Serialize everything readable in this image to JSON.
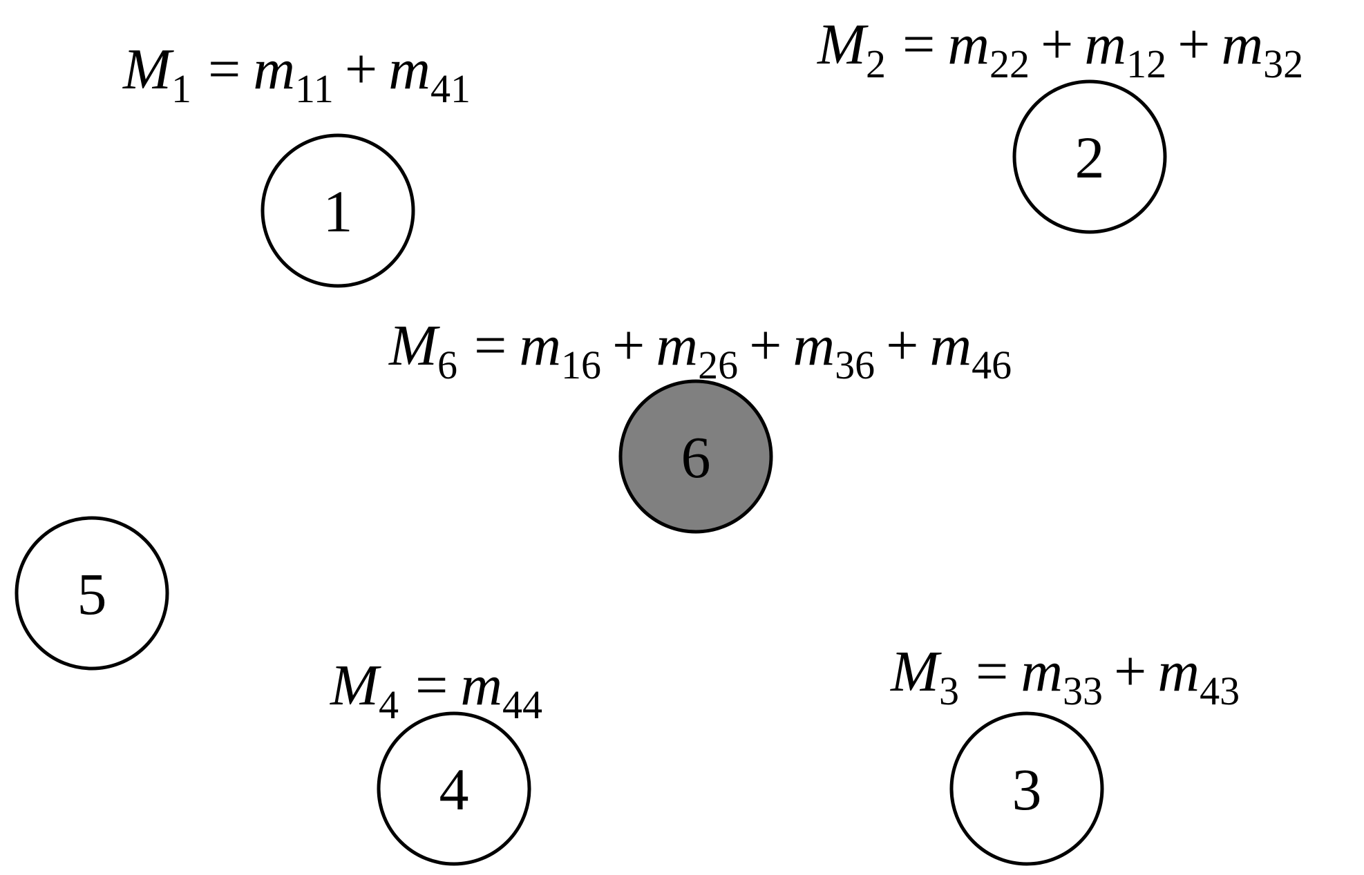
{
  "colors": {
    "node_fill": "#ffffff",
    "highlight_fill": "#808080",
    "stroke": "#000000"
  },
  "nodes": [
    {
      "id": "1",
      "label": "1",
      "highlighted": false
    },
    {
      "id": "2",
      "label": "2",
      "highlighted": false
    },
    {
      "id": "3",
      "label": "3",
      "highlighted": false
    },
    {
      "id": "4",
      "label": "4",
      "highlighted": false
    },
    {
      "id": "5",
      "label": "5",
      "highlighted": false
    },
    {
      "id": "6",
      "label": "6",
      "highlighted": true
    }
  ],
  "formulas": {
    "f1": {
      "lhs": "M",
      "lhs_sub": "1",
      "terms": [
        {
          "sym": "m",
          "sub": "11"
        },
        {
          "sym": "m",
          "sub": "41"
        }
      ]
    },
    "f2": {
      "lhs": "M",
      "lhs_sub": "2",
      "terms": [
        {
          "sym": "m",
          "sub": "22"
        },
        {
          "sym": "m",
          "sub": "12"
        },
        {
          "sym": "m",
          "sub": "32"
        }
      ]
    },
    "f6": {
      "lhs": "M",
      "lhs_sub": "6",
      "terms": [
        {
          "sym": "m",
          "sub": "16"
        },
        {
          "sym": "m",
          "sub": "26"
        },
        {
          "sym": "m",
          "sub": "36"
        },
        {
          "sym": "m",
          "sub": "46"
        }
      ]
    },
    "f4": {
      "lhs": "M",
      "lhs_sub": "4",
      "terms": [
        {
          "sym": "m",
          "sub": "44"
        }
      ]
    },
    "f3": {
      "lhs": "M",
      "lhs_sub": "3",
      "terms": [
        {
          "sym": "m",
          "sub": "33"
        },
        {
          "sym": "m",
          "sub": "43"
        }
      ]
    }
  },
  "operators": {
    "equals": "=",
    "plus": "+"
  }
}
